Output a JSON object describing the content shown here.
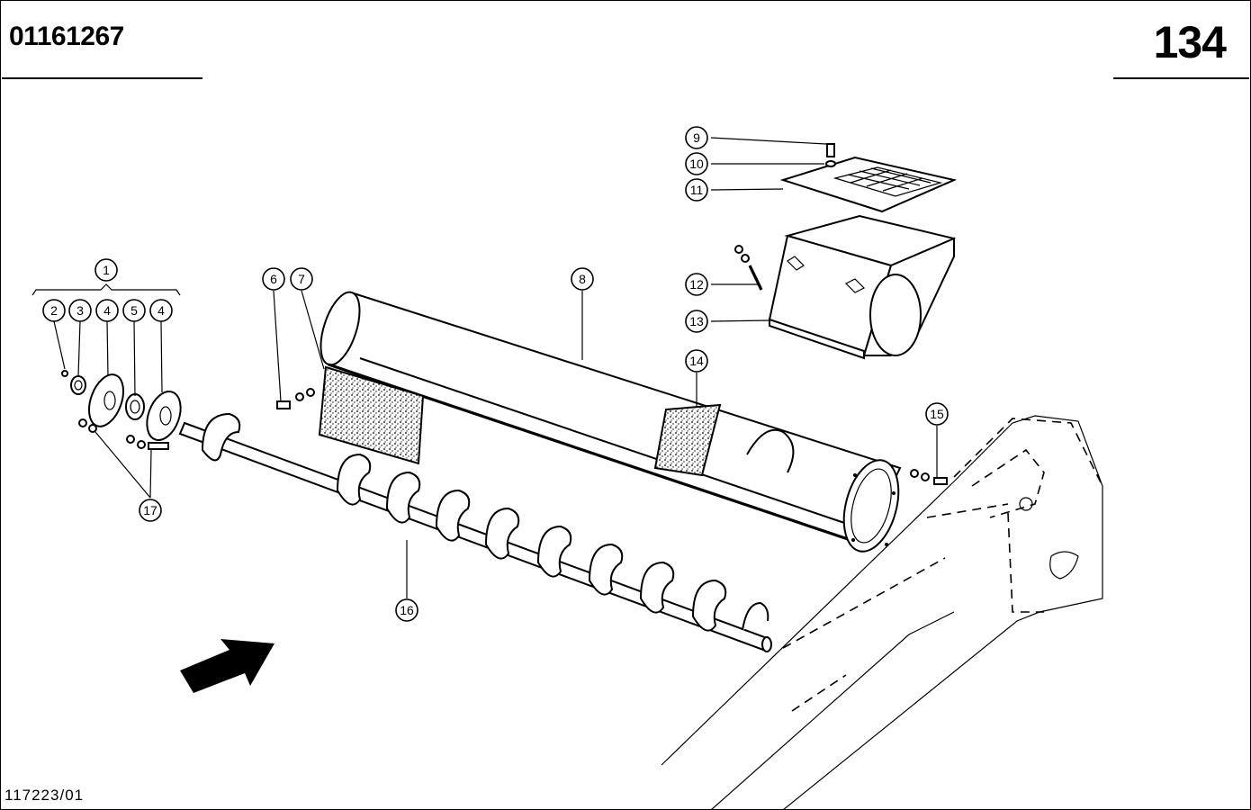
{
  "header": {
    "part_number": "01161267",
    "page_number": "134"
  },
  "footer": {
    "drawing_ref": "117223/01"
  },
  "callouts": {
    "c1": "1",
    "c2": "2",
    "c3": "3",
    "c4a": "4",
    "c5": "5",
    "c4b": "4",
    "c6": "6",
    "c7": "7",
    "c8": "8",
    "c9": "9",
    "c10": "10",
    "c11": "11",
    "c12": "12",
    "c13": "13",
    "c14": "14",
    "c15": "15",
    "c16": "16",
    "c17": "17"
  }
}
